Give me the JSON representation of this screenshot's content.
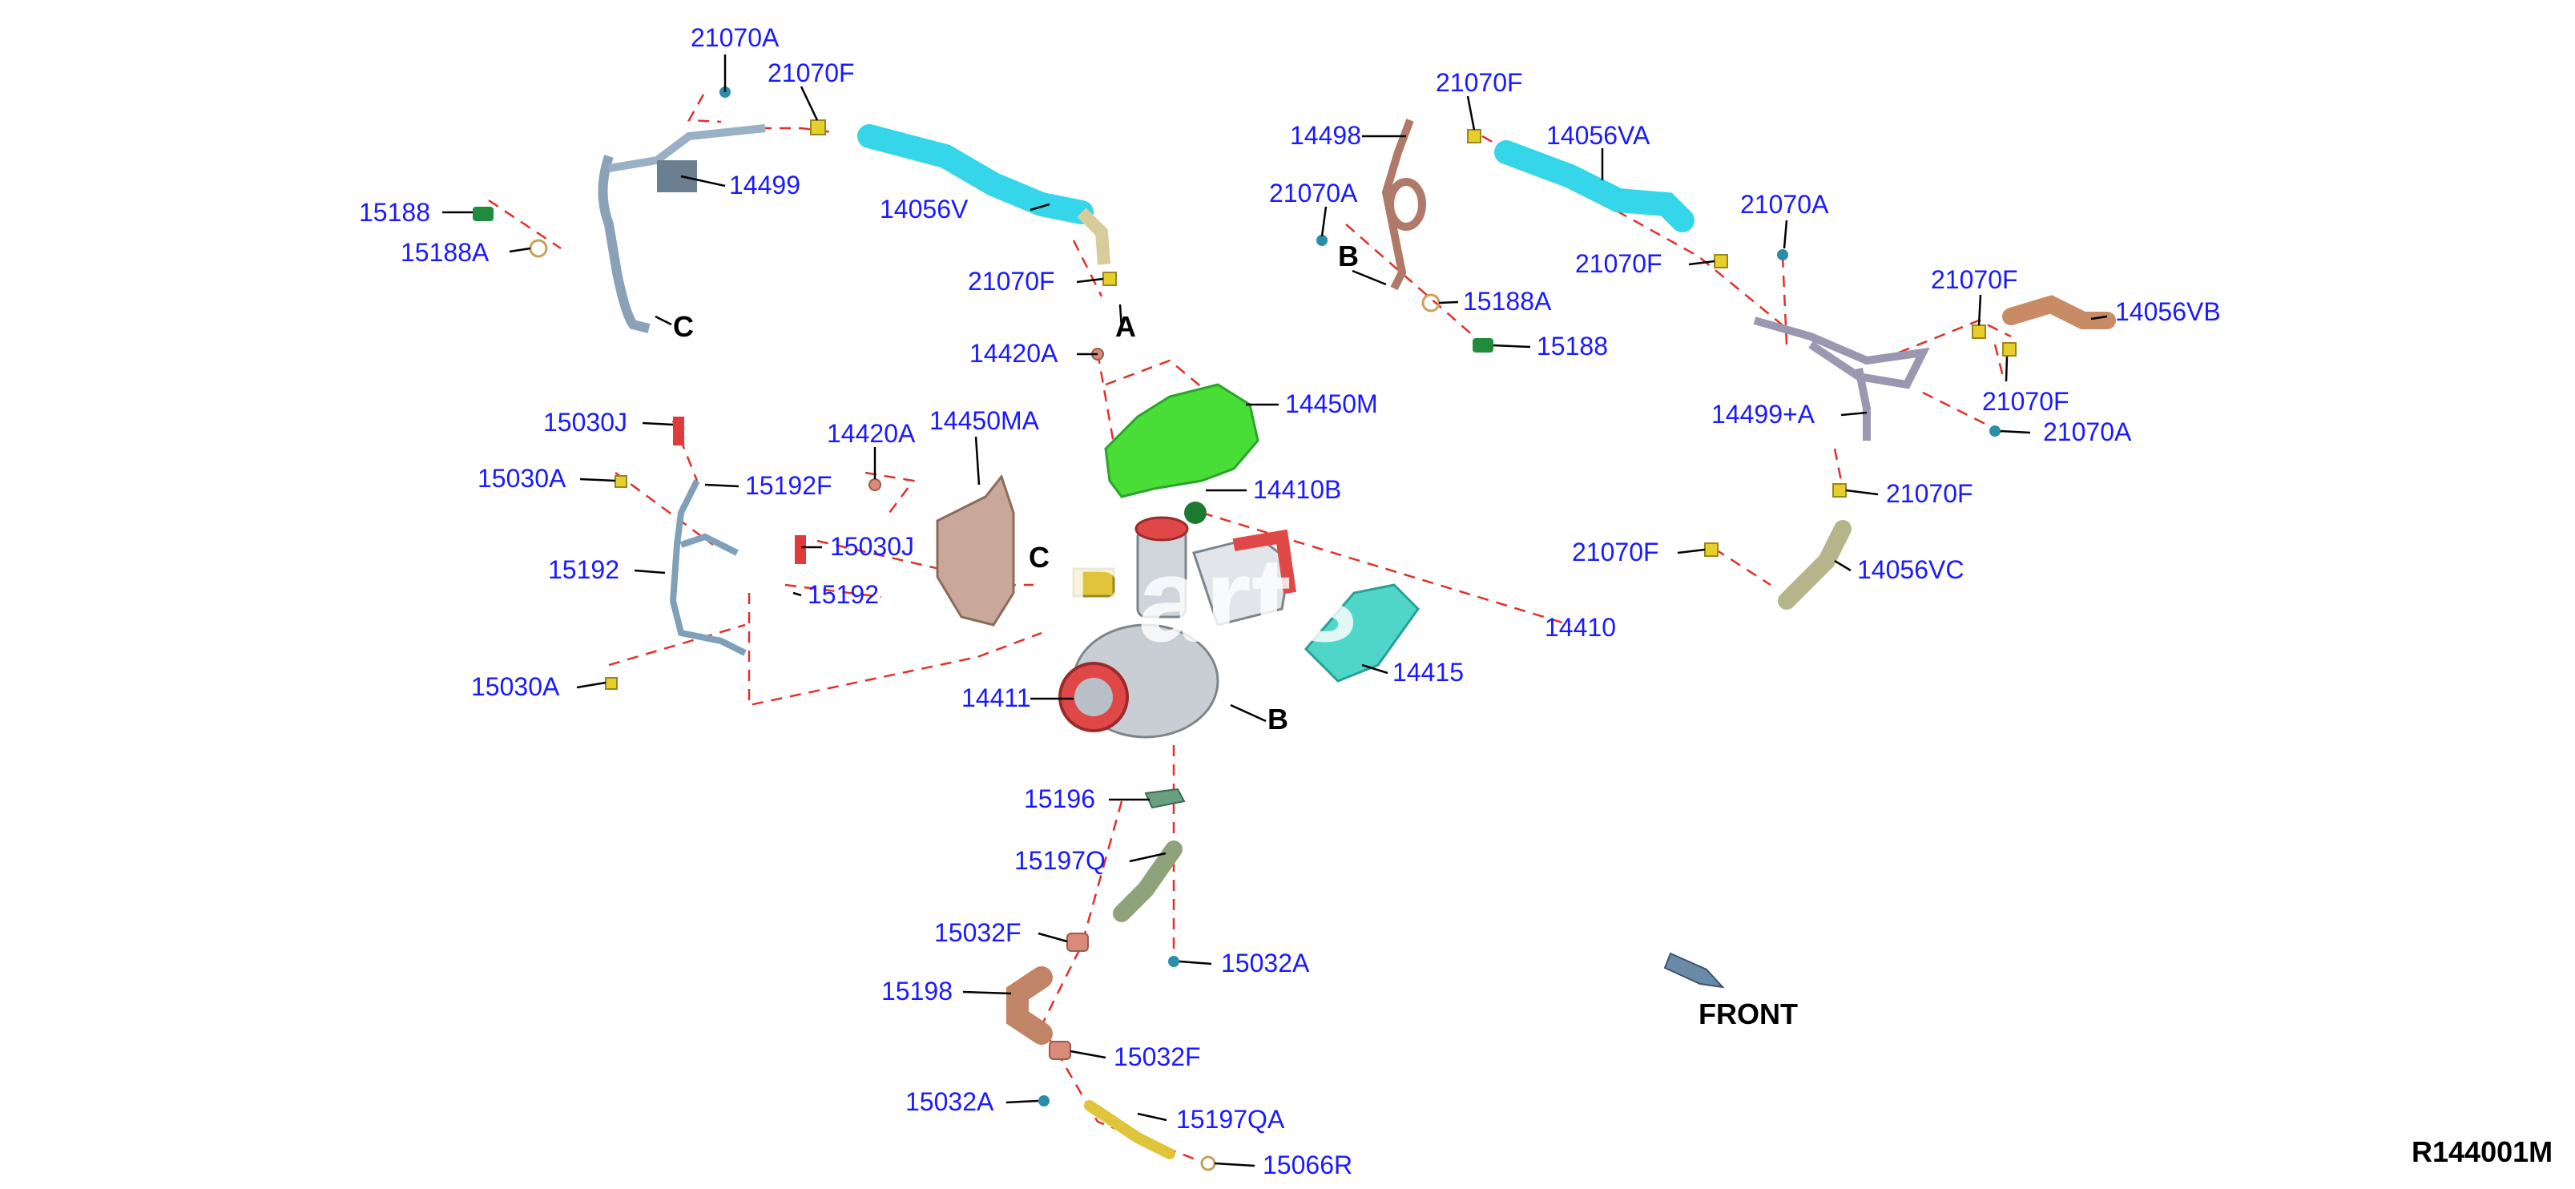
{
  "diagram": {
    "watermark": "Parts",
    "drawing_code": "R144001M",
    "front_label": "FRONT",
    "callouts": {
      "c_21070A_top": "21070A",
      "c_21070F_top": "21070F",
      "c_14499": "14499",
      "c_15188_left": "15188",
      "c_15188A_left": "15188A",
      "c_14056V": "14056V",
      "c_21070F_a": "21070F",
      "c_14420A_top": "14420A",
      "c_15030J_top": "15030J",
      "c_15030A_top": "15030A",
      "c_15192F": "15192F",
      "c_14420A_mid": "14420A",
      "c_14450MA": "14450MA",
      "c_15030J_mid": "15030J",
      "c_15192": "15192",
      "c_15192_partial": "15192",
      "c_15030A_low": "15030A",
      "c_14411": "14411",
      "c_14450M": "14450M",
      "c_14410B": "14410B",
      "c_14415": "14415",
      "c_14410": "14410",
      "c_14498": "14498",
      "c_21070F_r1": "21070F",
      "c_14056VA": "14056VA",
      "c_21070A_r1": "21070A",
      "c_21070A_r2": "21070A",
      "c_21070F_r2": "21070F",
      "c_15188A_right": "15188A",
      "c_15188_right": "15188",
      "c_21070F_r3": "21070F",
      "c_14056VB": "14056VB",
      "c_21070F_r4": "21070F",
      "c_14499A": "14499+A",
      "c_21070A_r3": "21070A",
      "c_21070F_r5": "21070F",
      "c_21070F_r6": "21070F",
      "c_14056VC": "14056VC",
      "c_15196": "15196",
      "c_15197Q": "15197Q",
      "c_15032F_1": "15032F",
      "c_15032A_1": "15032A",
      "c_15198": "15198",
      "c_15032F_2": "15032F",
      "c_15032A_2": "15032A",
      "c_15197QA": "15197QA",
      "c_15066R": "15066R"
    },
    "refs": {
      "A": "A",
      "B_upper": "B",
      "B_lower": "B",
      "C_upper": "C",
      "C_lower": "C"
    }
  }
}
